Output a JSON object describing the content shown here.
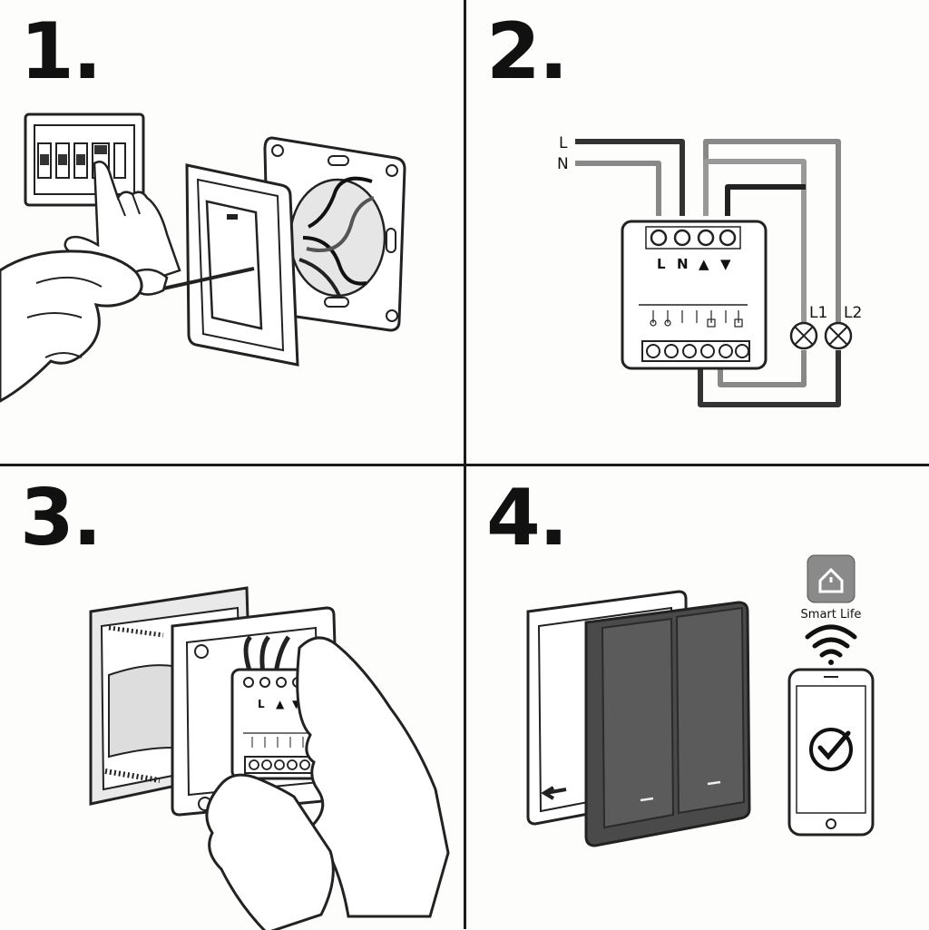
{
  "steps": [
    {
      "number": "1."
    },
    {
      "number": "2."
    },
    {
      "number": "3."
    },
    {
      "number": "4."
    }
  ],
  "wiring": {
    "line_label": "L",
    "neutral_label": "N",
    "load1_label": "L1",
    "load2_label": "L2",
    "terminal_labels": {
      "l": "L",
      "n": "N",
      "up": "▲",
      "down": "▼"
    }
  },
  "module_step3": {
    "terminal_labels": {
      "l": "L",
      "up": "▲",
      "down": "▼"
    }
  },
  "app": {
    "name": "Smart Life"
  }
}
